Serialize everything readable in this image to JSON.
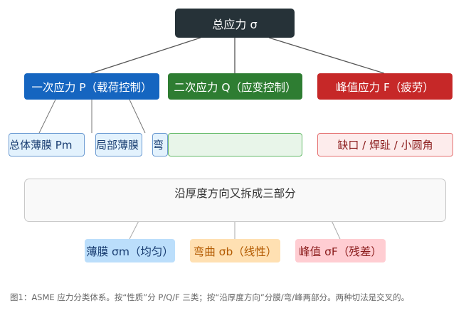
{
  "root": {
    "label": "总应力 σ"
  },
  "primary": {
    "label": "一次应力 P（载荷控制）"
  },
  "secondary": {
    "label": "二次应力 Q（应变控制）"
  },
  "peak": {
    "label": "峰值应力 F（疲劳）"
  },
  "primary_children": [
    "总体薄膜 Pm",
    "局部薄膜 PL",
    "弯"
  ],
  "secondary_child": "",
  "peak_child": "缺口 / 焊趾 / 小圆角",
  "split": {
    "label": "沿厚度方向又拆成三部分"
  },
  "parts": {
    "membrane": "薄膜 σm（均匀）",
    "bending": "弯曲 σb（线性）",
    "peak": "峰值 σF（残差）"
  },
  "caption": "图1：ASME 应力分类体系。按“性质”分 P/Q/F 三类；按“沿厚度方向”分膜/弯/峰两部分。两种切法是交叉的。",
  "colors": {
    "root": "#263238",
    "primary": "#1565c0",
    "secondary": "#2e7d32",
    "peak": "#c62828",
    "membrane": "#bbdefb",
    "bending": "#ffe0b2",
    "peak_part": "#ffcdd2"
  }
}
